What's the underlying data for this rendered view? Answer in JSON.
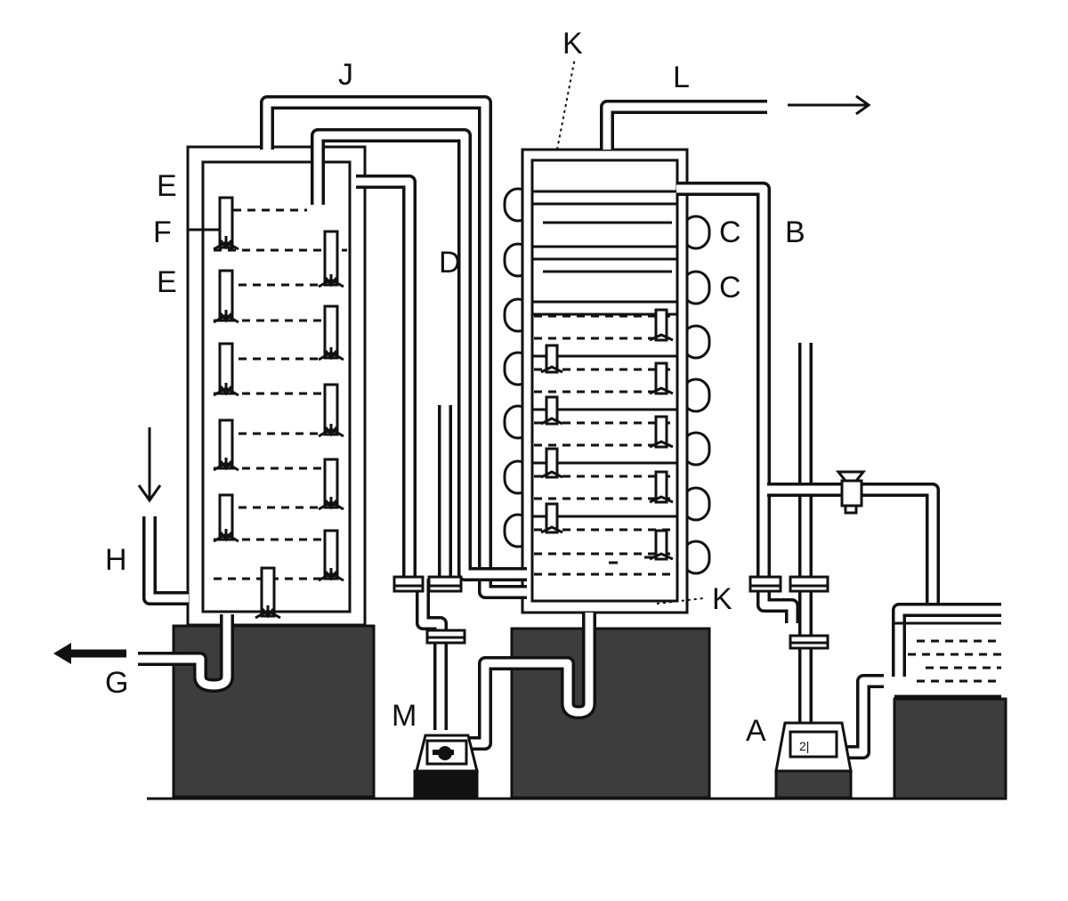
{
  "labels": {
    "J": "J",
    "K_top": "K",
    "L": "L",
    "E_upper": "E",
    "F": "F",
    "E_lower": "E",
    "C_upper": "C",
    "C_lower": "C",
    "B": "B",
    "D": "D",
    "H": "H",
    "G": "G",
    "K_lower": "K",
    "M": "M",
    "A": "A"
  },
  "colors": {
    "ink": "#111111",
    "tank_fill": "#3d3d3d",
    "pipe_fill": "#ffffff"
  }
}
